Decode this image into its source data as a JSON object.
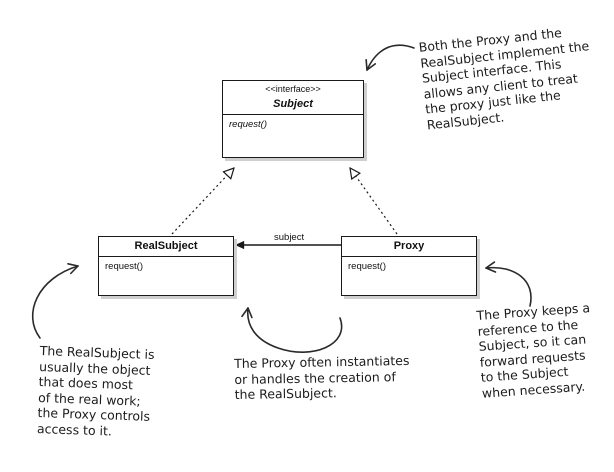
{
  "diagram": {
    "subject_box": {
      "stereotype": "<<interface>>",
      "name": "Subject",
      "operation": "request()"
    },
    "real_subject_box": {
      "name": "RealSubject",
      "operation": "request()"
    },
    "proxy_box": {
      "name": "Proxy",
      "operation": "request()"
    },
    "association_label": "subject"
  },
  "notes": {
    "interface": [
      "Both the Proxy and the",
      "RealSubject implement the",
      "Subject interface.  This",
      "allows any client to treat",
      "the proxy just like the",
      "RealSubject."
    ],
    "real_subject": [
      "The RealSubject is",
      "usually the object",
      "that does most",
      "of the real work;",
      "the Proxy controls",
      "access to it."
    ],
    "creation": [
      "The Proxy often instantiates",
      "or handles the creation of",
      "the RealSubject."
    ],
    "reference": [
      "The Proxy keeps a",
      "reference to the",
      "Subject, so it can",
      "forward requests",
      "to the Subject",
      "when necessary."
    ]
  },
  "colors": {
    "ink": "#1a1a1a",
    "shadow": "#cfcfcf",
    "background": "#ffffff"
  }
}
